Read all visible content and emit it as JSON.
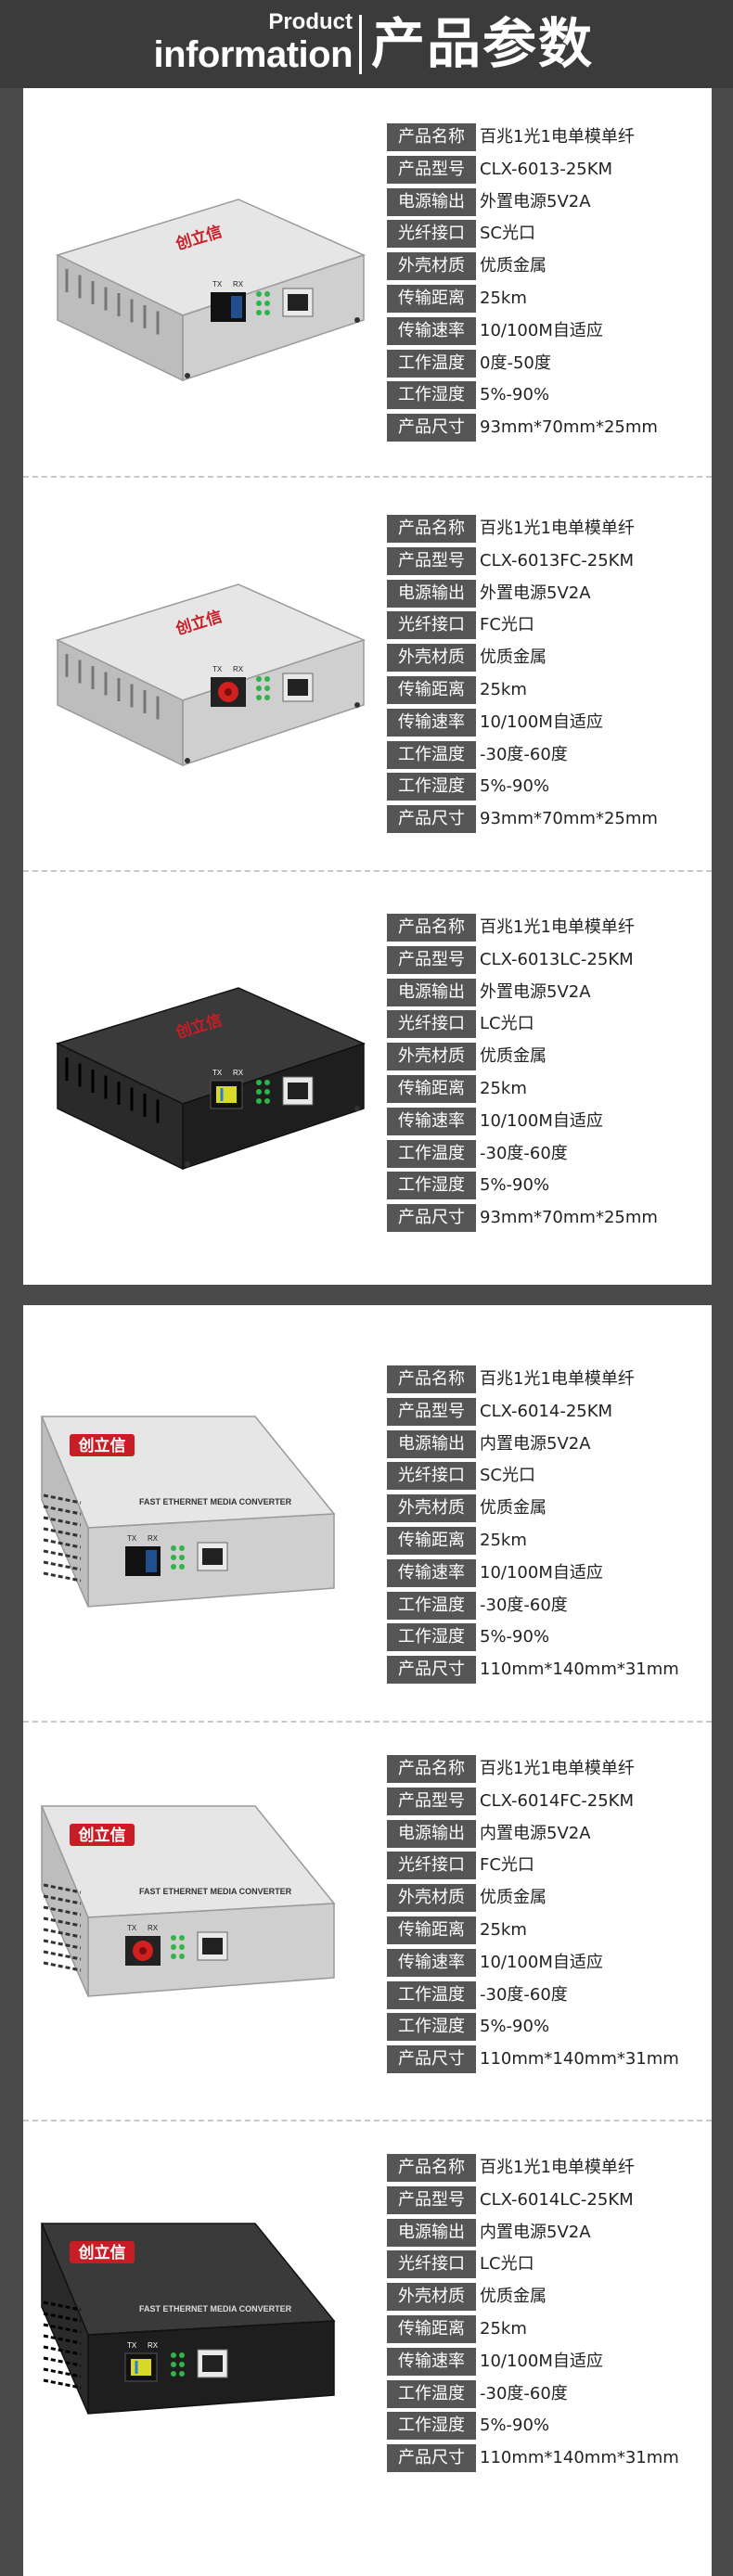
{
  "header": {
    "en_line1": "Product",
    "en_line2": "information",
    "zh_title": "产品参数"
  },
  "labels": [
    "产品名称",
    "产品型号",
    "电源输出",
    "光纤接口",
    "外壳材质",
    "传输距离",
    "传输速率",
    "工作温度",
    "工作湿度",
    "产品尺寸"
  ],
  "products": [
    {
      "values": [
        "百兆1光1电单模单纤",
        "CLX-6013-25KM",
        "外置电源5V2A",
        "SC光口",
        "优质金属",
        "25km",
        "10/100M自适应",
        "0度-50度",
        "5%-90%",
        "93mm*70mm*25mm"
      ],
      "device": {
        "shell": "silver",
        "port": "SC",
        "size": "small",
        "brand": "创立信",
        "port_tx": "TX",
        "port_rx": "RX"
      }
    },
    {
      "values": [
        "百兆1光1电单模单纤",
        "CLX-6013FC-25KM",
        "外置电源5V2A",
        "FC光口",
        "优质金属",
        "25km",
        "10/100M自适应",
        "-30度-60度",
        "5%-90%",
        "93mm*70mm*25mm"
      ],
      "device": {
        "shell": "silver",
        "port": "FC",
        "size": "small",
        "brand": "创立信",
        "port_tx": "TX",
        "port_rx": "RX"
      }
    },
    {
      "values": [
        "百兆1光1电单模单纤",
        "CLX-6013LC-25KM",
        "外置电源5V2A",
        "LC光口",
        "优质金属",
        "25km",
        "10/100M自适应",
        "-30度-60度",
        "5%-90%",
        "93mm*70mm*25mm"
      ],
      "device": {
        "shell": "black",
        "port": "LC",
        "size": "small",
        "brand": "创立信",
        "port_tx": "TX",
        "port_rx": "RX"
      }
    },
    {
      "values": [
        "百兆1光1电单模单纤",
        "CLX-6014-25KM",
        "内置电源5V2A",
        "SC光口",
        "优质金属",
        "25km",
        "10/100M自适应",
        "-30度-60度",
        "5%-90%",
        "110mm*140mm*31mm"
      ],
      "device": {
        "shell": "silver",
        "port": "SC",
        "size": "large",
        "brand": "创立信",
        "port_tx": "TX",
        "port_rx": "RX",
        "caption": "FAST ETHERNET MEDIA CONVERTER"
      }
    },
    {
      "values": [
        "百兆1光1电单模单纤",
        "CLX-6014FC-25KM",
        "内置电源5V2A",
        "FC光口",
        "优质金属",
        "25km",
        "10/100M自适应",
        "-30度-60度",
        "5%-90%",
        "110mm*140mm*31mm"
      ],
      "device": {
        "shell": "silver",
        "port": "FC",
        "size": "large",
        "brand": "创立信",
        "port_tx": "TX",
        "port_rx": "RX",
        "caption": "FAST ETHERNET MEDIA CONVERTER"
      }
    },
    {
      "values": [
        "百兆1光1电单模单纤",
        "CLX-6014LC-25KM",
        "内置电源5V2A",
        "LC光口",
        "优质金属",
        "25km",
        "10/100M自适应",
        "-30度-60度",
        "5%-90%",
        "110mm*140mm*31mm"
      ],
      "device": {
        "shell": "black",
        "port": "LC",
        "size": "large",
        "brand": "创立信",
        "port_tx": "TX",
        "port_rx": "RX",
        "caption": "FAST ETHERNET MEDIA CONVERTER"
      }
    }
  ]
}
